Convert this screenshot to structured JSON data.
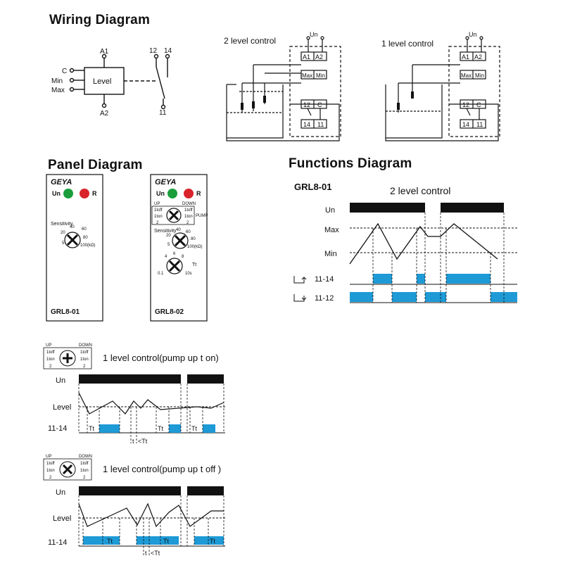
{
  "wiring": {
    "title": "Wiring Diagram",
    "relay": {
      "a1": "A1",
      "a2": "A2",
      "c": "C",
      "min": "Min",
      "max": "Max",
      "level": "Level",
      "t12": "12",
      "t14": "14",
      "t11": "11"
    },
    "two_level": {
      "title": "2 level control",
      "un": "Un",
      "a1": "A1",
      "a2": "A2",
      "max": "Max",
      "min": "Min",
      "t12": "12",
      "c": "C",
      "t14": "14",
      "t11": "11"
    },
    "one_level": {
      "title": "1 level control",
      "un": "Un",
      "a1": "A1",
      "a2": "A2",
      "max": "Max",
      "min": "Min",
      "t12": "12",
      "c": "C",
      "t14": "14",
      "t11": "11"
    }
  },
  "panel": {
    "title": "Panel Diagram",
    "grl801": {
      "brand": "GEYA",
      "un": "Un",
      "r": "R",
      "sensitivity": "Sensitivity",
      "ticks": [
        "5",
        "20",
        "40",
        "60",
        "80",
        "100(kΩ)"
      ],
      "model": "GRL8-01"
    },
    "grl802": {
      "brand": "GEYA",
      "un": "Un",
      "r": "R",
      "up": "UP",
      "down": "DOWN",
      "mode_labels": [
        "1toff",
        "1ton",
        "2",
        "1toff",
        "1ton",
        "2"
      ],
      "pump": "PUMP",
      "sensitivity": "Sensitivity",
      "sens_ticks": [
        "5",
        "20",
        "40",
        "60",
        "80",
        "100(kΩ)"
      ],
      "time_ticks": [
        "0.1",
        "4",
        "6",
        "8",
        "10s"
      ],
      "tt": "Tt",
      "model": "GRL8-02"
    },
    "colors": {
      "green": "#1a9e3c",
      "red": "#d9232a"
    }
  },
  "functions": {
    "title": "Functions Diagram",
    "model": "GRL8-01",
    "subtitle": "2 level control",
    "labels": {
      "un": "Un",
      "max": "Max",
      "min": "Min",
      "r1114": "11-14",
      "r1112": "11-12"
    }
  },
  "one_on": {
    "title": "1 level control(pump up t on)",
    "knob": {
      "up": "UP",
      "down": "DOWN",
      "labels": [
        "1toff",
        "1ton",
        "2",
        "1toff",
        "1ton",
        "2"
      ]
    },
    "labels": {
      "un": "Un",
      "level": "Level",
      "r1114": "11-14",
      "tt": "Tt",
      "t": "t",
      "lt": "<Tt"
    }
  },
  "one_off": {
    "title": "1 level control(pump up t off )",
    "knob": {
      "up": "UP",
      "down": "DOWN",
      "labels": [
        "1toff",
        "1ton",
        "2",
        "1toff",
        "1ton",
        "2"
      ]
    },
    "labels": {
      "un": "Un",
      "level": "Level",
      "r1114": "11-14",
      "tt": "Tt",
      "t": "t",
      "lt": "<Tt"
    }
  },
  "style": {
    "blue": "#1e9ad6",
    "black": "#111111"
  }
}
